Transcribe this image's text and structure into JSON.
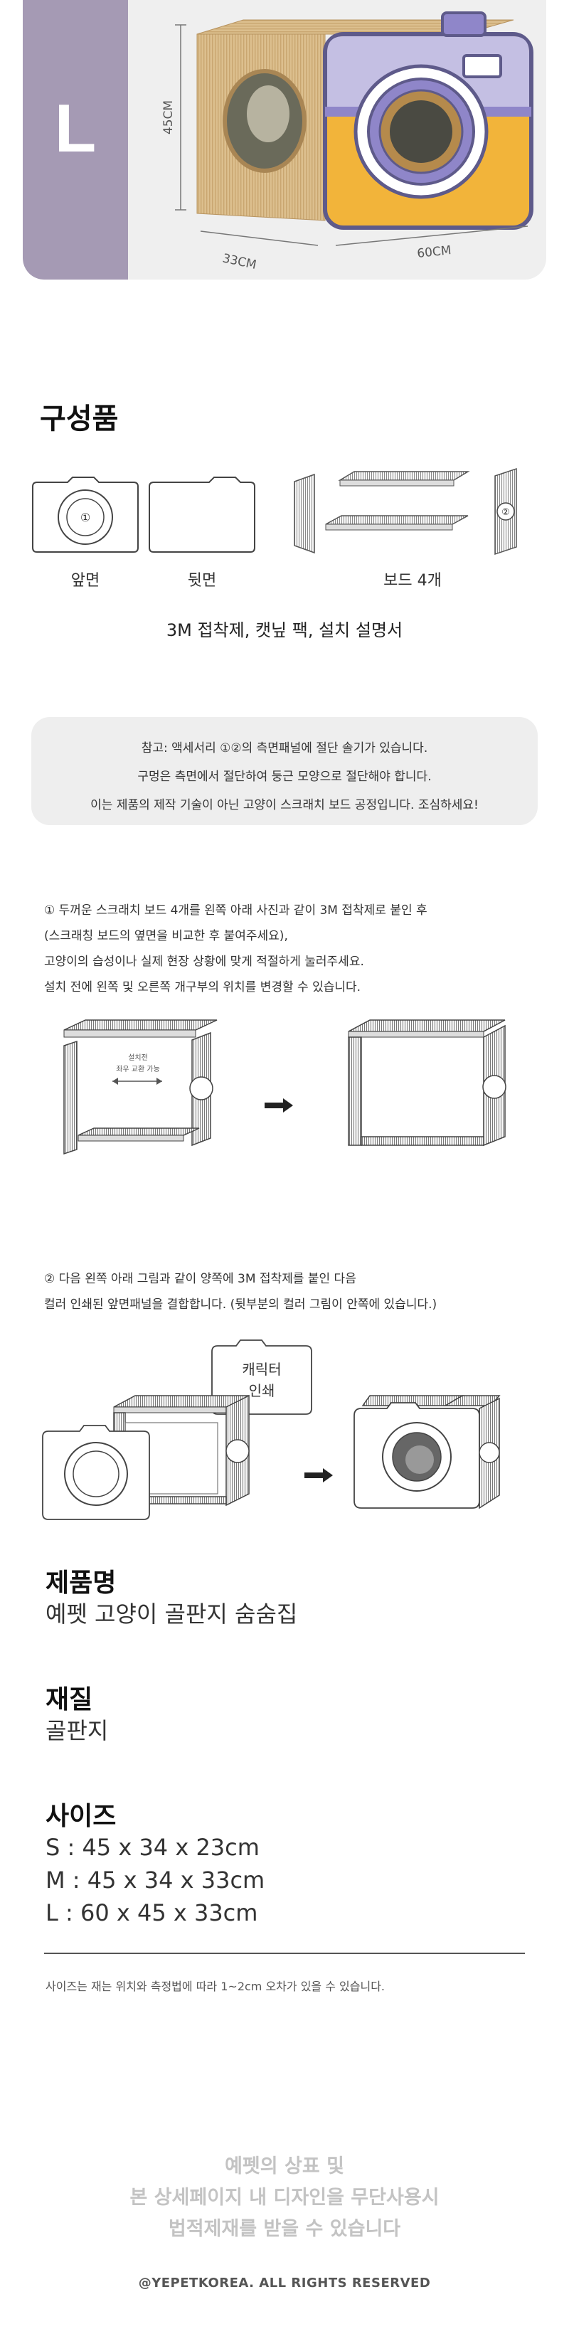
{
  "size_card": {
    "letter": "L",
    "dim_height": "45CM",
    "dim_depth": "33CM",
    "dim_width": "60CM"
  },
  "components": {
    "title": "구성품",
    "front_badge": "①",
    "board_badge": "②",
    "front_label": "앞면",
    "back_label": "뒷면",
    "boards_label": "보드 4개",
    "extras": "3M 접착제, 캣닢 팩, 설치 설명서"
  },
  "notice": {
    "lines": [
      "참고: 액세서리 ①②의 측면패널에 절단 솔기가 있습니다.",
      "구멍은 측면에서 절단하여 둥근 모양으로 절단해야 합니다.",
      "이는 제품의 제작 기술이 아닌 고양이 스크래치 보드 공정입니다. 조심하세요!"
    ]
  },
  "step1": {
    "lines": [
      "① 두꺼운 스크래치 보드 4개를 왼쪽 아래 사진과 같이 3M 접착제로 붙인 후",
      "(스크래칭 보드의 옆면을 비교한 후 붙여주세요),",
      "고양이의 습성이나 실제 현장 상황에 맞게 적절하게 눌러주세요.",
      "설치 전에 왼쪽 및 오른쪽 개구부의 위치를 변경할 수 있습니다."
    ],
    "annotation_1": "설치전",
    "annotation_2": "좌우 교환 가능"
  },
  "step2": {
    "lines": [
      "② 다음 왼쪽 아래 그림과 같이 양쪽에 3M 접착제를 붙인 다음",
      "컬러 인쇄된 앞면패널을 결합합니다. (뒷부분의 컬러 그림이 안쪽에 있습니다.)"
    ],
    "callout_1": "캐릭터",
    "callout_2": "인쇄"
  },
  "specs": {
    "name_title": "제품명",
    "name_value": "예펫 고양이 골판지 숨숨집",
    "material_title": "재질",
    "material_value": "골판지",
    "size_title": "사이즈",
    "sizes": [
      "S : 45 x 34 x 23cm",
      "M : 45 x 34 x 33cm",
      "L : 60 x 45 x 33cm"
    ],
    "note": "사이즈는 재는 위치와 측정법에 따라 1~2cm 오차가 있을 수 있습니다."
  },
  "footer": {
    "lines": [
      "예펫의 상표 및",
      "본 상세페이지 내 디자인을 무단사용시",
      "법적제재를 받을 수 있습니다"
    ],
    "copyright": "@YEPETKOREA. ALL RIGHTS RESERVED"
  },
  "colors": {
    "letter_panel": "#a59ab4",
    "cardboard": "#d8b986",
    "camera_purple": "#8f86c9",
    "camera_yellow": "#f2b43a",
    "notice_bg": "#eeeeee",
    "footer_text": "#c3c3c3"
  }
}
